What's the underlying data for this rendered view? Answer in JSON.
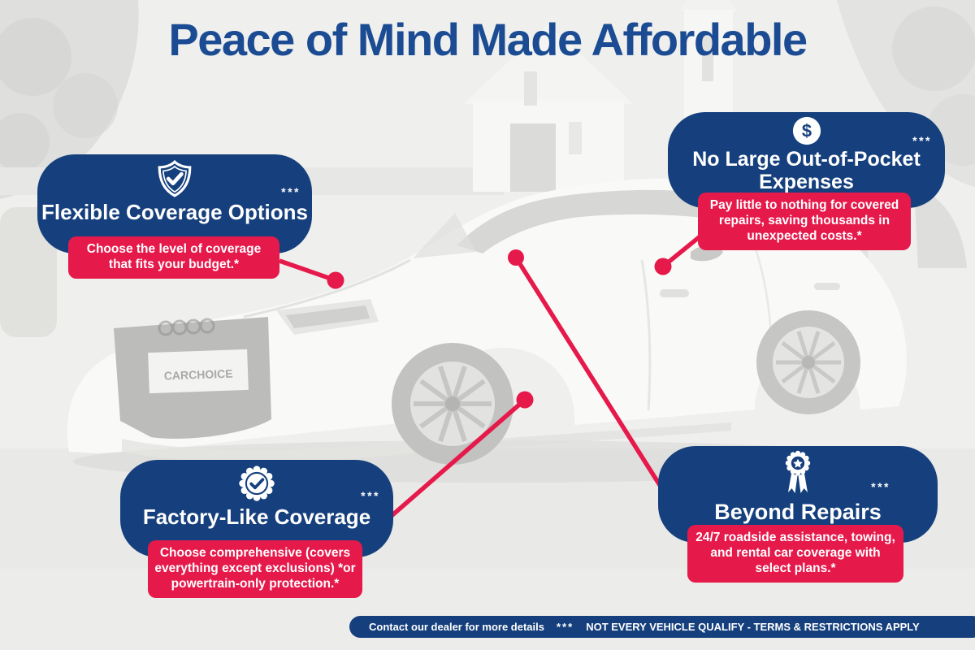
{
  "heading": {
    "title": "Peace of Mind Made Affordable"
  },
  "colors": {
    "navy": "#16407d",
    "title_blue": "#1b4c93",
    "red": "#e6194b",
    "background": "#ecedeb"
  },
  "background_photo": {
    "license_plate_text": "CARCHOICE"
  },
  "callouts": [
    {
      "icon": "shield-check-icon",
      "title": "Flexible Coverage Options",
      "asterisks": "***",
      "note": "Choose the level of coverage that fits your budget.*"
    },
    {
      "icon": "dollar-circle-icon",
      "title": "No Large Out-of-Pocket Expenses",
      "asterisks": "***",
      "note": "Pay little to nothing for covered repairs, saving thousands in unexpected costs.*"
    },
    {
      "icon": "badge-check-icon",
      "title": "Factory-Like Coverage",
      "asterisks": "***",
      "note": "Choose comprehensive (covers everything except exclusions) *or powertrain-only protection.*"
    },
    {
      "icon": "award-ribbon-icon",
      "title": "Beyond Repairs",
      "asterisks": "***",
      "note": "24/7 roadside assistance, towing, and rental car coverage with select plans.*"
    }
  ],
  "footer": {
    "contact": "Contact our dealer for more details",
    "stars": "***",
    "disclaimer": "NOT EVERY VEHICLE QUALIFY - TERMS & RESTRICTIONS APPLY"
  }
}
